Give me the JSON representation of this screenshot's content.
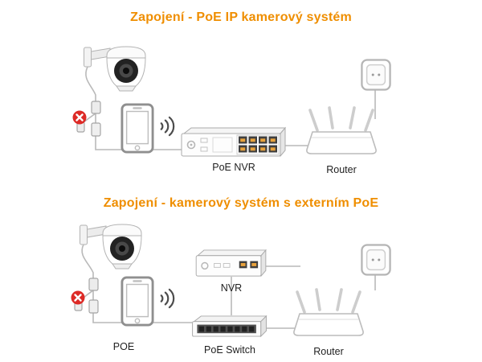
{
  "titles": {
    "top": "Zapojení - PoE IP kamerový systém",
    "bottom": "Zapojení - kamerový systém s externím PoE"
  },
  "top_diagram": {
    "nvr_label": "PoE NVR",
    "router_label": "Router"
  },
  "bottom_diagram": {
    "nvr_label": "NVR",
    "switch_label": "PoE Switch",
    "router_label": "Router",
    "poe_label": "POE"
  },
  "icons": {
    "camera": "ptz-camera-icon",
    "phone": "smartphone-icon",
    "wifi": "wifi-signal-icon",
    "nvr": "nvr-icon",
    "router": "router-icon",
    "outlet": "wall-outlet-icon",
    "switch": "poe-switch-icon",
    "blocked": "blocked-connector-icon"
  },
  "colors": {
    "title_orange": "#ef8e00",
    "blocked_red": "#dd2a26",
    "line_gray": "#b9b9b9",
    "port_orange": "#e8a23c",
    "label_text": "#1f1f1f",
    "background": "#ffffff"
  }
}
